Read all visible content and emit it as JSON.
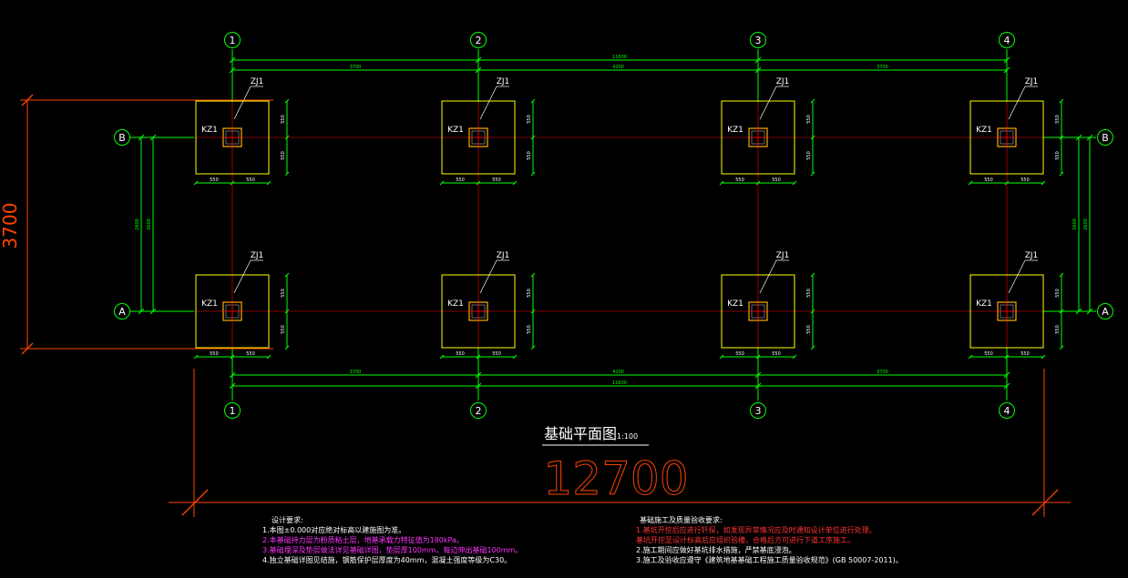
{
  "drawing": {
    "title": "基础平面图",
    "scale": "1:100",
    "axes_x": [
      "1",
      "2",
      "3",
      "4"
    ],
    "axes_y": [
      "B",
      "A"
    ],
    "spans": [
      "3700",
      "4200",
      "3700"
    ],
    "total_length": "11600",
    "bay_b_a": "2600",
    "foundation_label": "ZJ1",
    "column_label": "KZ1",
    "footing_half": "550",
    "overall_height": "3700",
    "overall_length": "12700",
    "colors": {
      "line": "#00ff00",
      "footing": "#ffff00",
      "axis": "#ff0000",
      "overall": "#ff4400",
      "column": "#ffaa00"
    }
  },
  "notes_left": {
    "heading": "设计要求:",
    "lines": [
      {
        "text": "1.本图±0.000对应绝对标高以建施图为准。",
        "color": "#ffffff"
      },
      {
        "text": "2.本基础持力层为粉质粘土层，地基承载力特征值为180kPa。",
        "color": "#ff33ff"
      },
      {
        "text": "3.基础埋深及垫层做法详见基础详图，垫层厚100mm，每边伸出基础100mm。",
        "color": "#ff33ff"
      },
      {
        "text": "4.独立基础详图见结施，钢筋保护层厚度为40mm，混凝土强度等级为C30。",
        "color": "#ffffff"
      }
    ]
  },
  "notes_right": {
    "heading": "基础施工及质量验收要求:",
    "lines": [
      {
        "text": "1.基坑开挖后应进行钎探，如发现异常情况应及时通知设计单位进行处理。",
        "color": "#ff3333"
      },
      {
        "text": "  基坑开挖至设计标高后应组织验槽，合格后方可进行下道工序施工。",
        "color": "#ff3333"
      },
      {
        "text": "2.施工期间应做好基坑排水措施，严禁基底浸泡。",
        "color": "#ffffff"
      },
      {
        "text": "3.施工及验收应遵守《建筑地基基础工程施工质量验收规范》(GB 50007-2011)。",
        "color": "#ffffff"
      }
    ]
  }
}
